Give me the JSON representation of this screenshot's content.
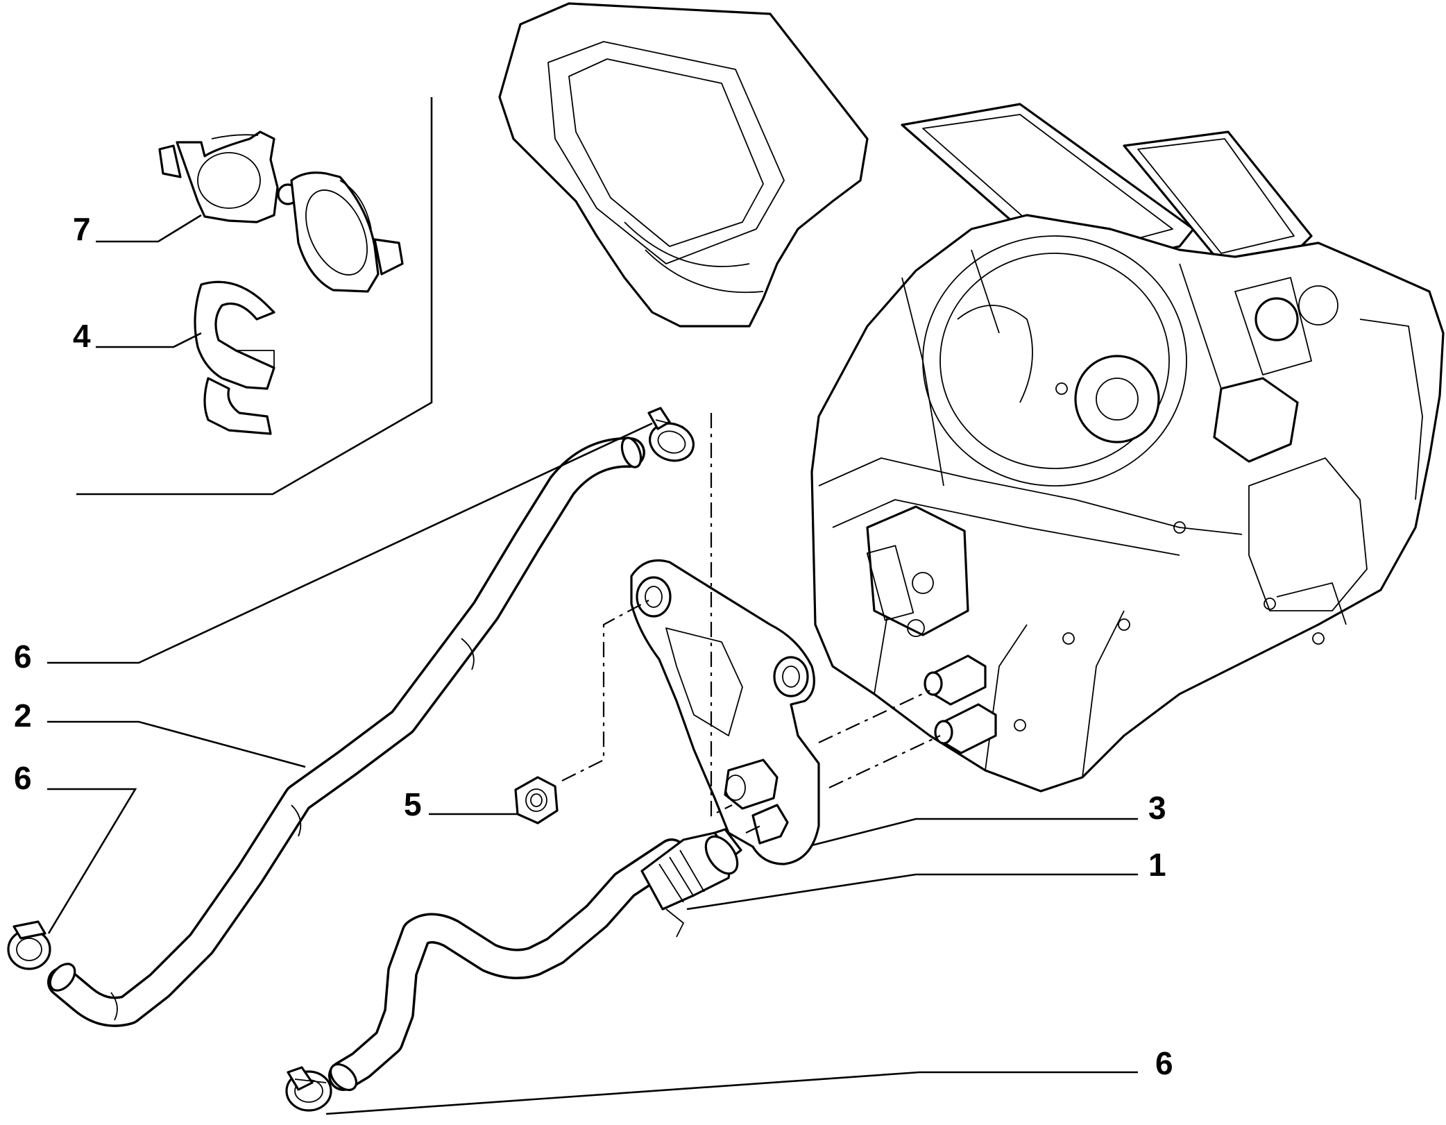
{
  "callouts": {
    "c7": "7",
    "c4": "4",
    "c6a": "6",
    "c2": "2",
    "c6b": "6",
    "c5": "5",
    "c3": "3",
    "c1": "1",
    "c6c": "6"
  }
}
